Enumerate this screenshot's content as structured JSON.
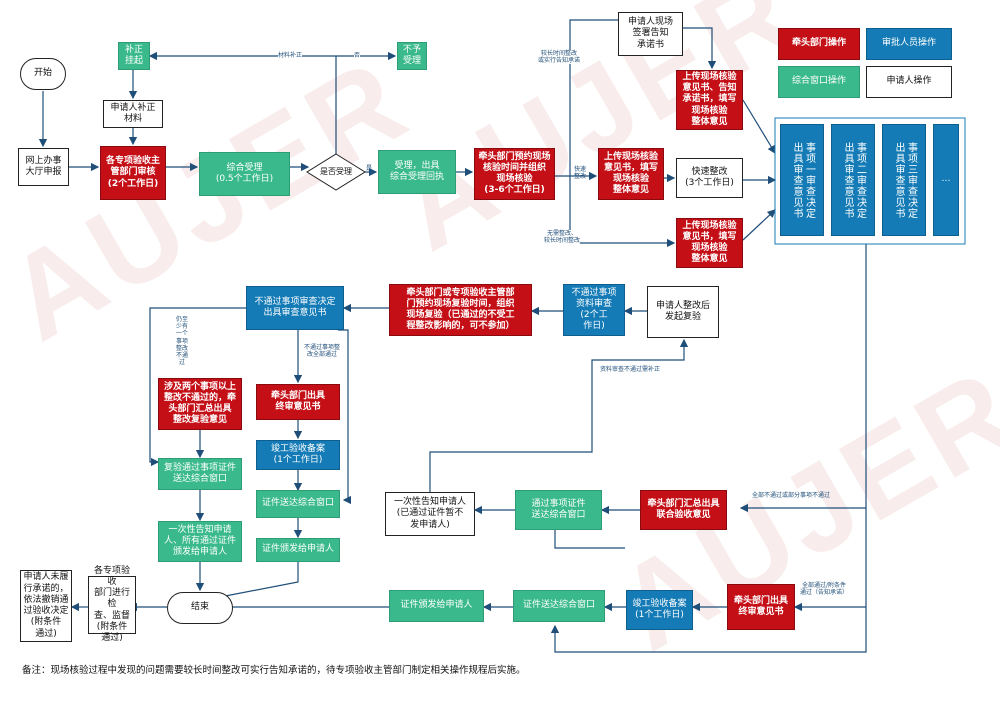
{
  "watermark": "AUJER",
  "legend": {
    "lead_dept": "牵头部门操作",
    "reviewer": "审批人员操作",
    "window": "综合窗口操作",
    "applicant": "申请人操作"
  },
  "nodes": {
    "start": "开始",
    "online_apply": "网上办事\n大厅申报",
    "supplement": "补正\n挂起",
    "applicant_supplement": "申请人补正\n材料",
    "dept_review": "各专项验收主\n管部门审核\n(2个工作日)",
    "general_accept": "综合受理\n(0.5个工作日)",
    "is_accept": "是否受理",
    "not_accept": "不予\n受理",
    "issue_receipt": "受理，出具\n综合受理回执",
    "lead_appoint": "牵头部门预约现场\n核验时间并组织\n现场核验\n(3-6个工作日)",
    "commitment": "申请人现场\n签署告知\n承诺书",
    "upload_long": "上传现场核验\n意见书、告知\n承诺书，填写\n现场核验\n整体意见",
    "upload_quick": "上传现场核验\n意见书，填写\n现场核验\n整体意见",
    "quick_rectify": "快速整改\n(3个工作日)",
    "upload_none": "上传现场核验\n意见书，填写\n现场核验\n整体意见",
    "item1": "事项一审查决定\n出具审查意见书",
    "item2": "事项二审查决定\n出具审查意见书",
    "item3": "事项三审查决定\n出具审查意见书",
    "item_more": "…",
    "not_pass_review": "不通过事项审查决定\n出具审查意见书",
    "lead_recheck": "牵头部门或专项验收主管部\n门预约现场复验时间，组织\n现场复验（已通过的不受工\n程整改影响的，可不参加）",
    "fail_material_review": "不通过事项\n资料审查\n(2个工\n作日)",
    "apply_recheck": "申请人整改后\n发起复验",
    "two_items_fail": "涉及两个事项以上\n整改不通过的，牵\n头部门汇总出具\n整改复验意见",
    "lead_final_left": "牵头部门出具\n终审意见书",
    "completion_filing_left": "竣工验收备案\n(1个工作日)",
    "cert_deliver_left": "证件送达综合窗口",
    "cert_issue_left": "证件颁发给申请人",
    "recheck_pass_deliver": "复验通过事项证件\n送达综合窗口",
    "notify_all": "一次性告知申请\n人、所有通过证件\n颁发给申请人",
    "end": "结束",
    "revoke": "申请人未履\n行承诺的，\n依法撤销通\n过验收决定\n(附条件\n通过)",
    "supervise": "各专项验收\n部门进行检\n查、监督\n(附条件\n通过)",
    "notify_once": "一次性告知申请人\n(已通过证件暂不\n发申请人)",
    "pass_deliver": "通过事项证件\n送达综合窗口",
    "lead_joint": "牵头部门汇总出具\n联合验收意见",
    "cert_issue_bottom": "证件颁发给申请人",
    "cert_deliver_bottom": "证件送达综合窗口",
    "completion_filing_bottom": "竣工验收备案\n(1个工作日)",
    "lead_final_bottom": "牵头部门出具\n终审意见书"
  },
  "labels": {
    "material_supplement": "材料补正",
    "no": "否",
    "yes": "是",
    "long_time": "较长时间整改\n或实行告知承诺",
    "quick": "快速\n整改",
    "no_rectify": "无需整改、\n较长时间整改",
    "at_least_one": "仍至\n少有\n一个\n事项\n整改\n不通\n过",
    "not_pass_all": "不通过事项整\n改全部通过",
    "material_fail": "资料审查不通过需补正",
    "all_or_part_fail": "全部不通过或部分事项不通过",
    "all_pass": "全部通过/附条件\n通过（告知承诺）"
  },
  "footnote": "备注：现场核验过程中发现的问题需要较长时间整改可实行告知承诺的，待专项验收主管部门制定相关操作规程后实施。",
  "colors": {
    "red": "#c40f17",
    "blue": "#147bb6",
    "green": "#3aba8c",
    "line": "#1f4e79"
  }
}
